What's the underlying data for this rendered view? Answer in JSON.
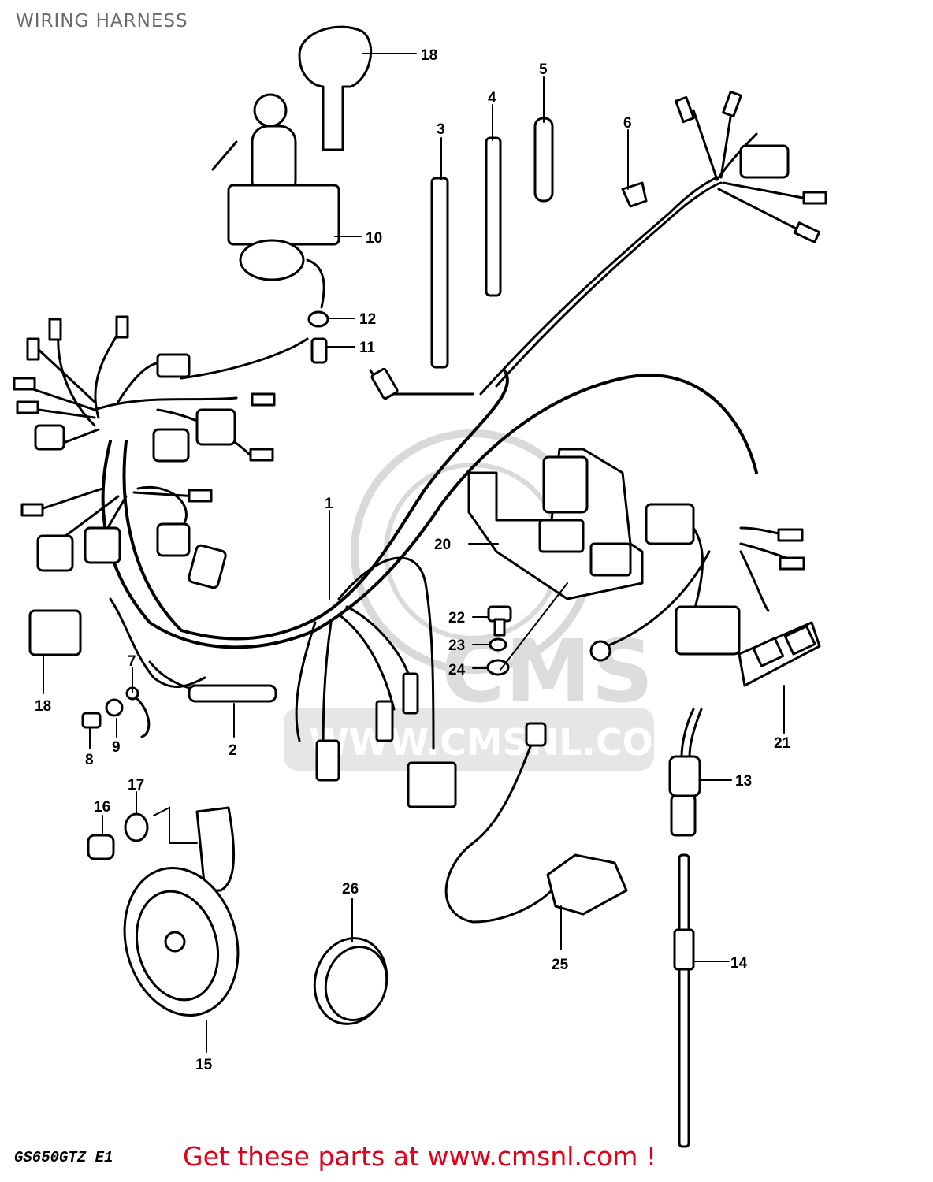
{
  "title": "WIRING HARNESS",
  "model_code": "GS650GTZ E1",
  "footer": {
    "text": "Get these parts at www.cmsnl.com !",
    "link_color": "#e0001a"
  },
  "watermark": {
    "brand": "CMS",
    "site": "WWW.CMSNL.COM"
  },
  "callouts": {
    "c1": "1",
    "c2": "2",
    "c3": "3",
    "c4": "4",
    "c5": "5",
    "c6": "6",
    "c7": "7",
    "c8": "8",
    "c9": "9",
    "c10": "10",
    "c11": "11",
    "c12": "12",
    "c13": "13",
    "c14": "14",
    "c15": "15",
    "c16": "16",
    "c17": "17",
    "c18a": "18",
    "c18b": "18",
    "c20": "20",
    "c21": "21",
    "c22": "22",
    "c23": "23",
    "c24": "24",
    "c25": "25",
    "c26": "26"
  }
}
